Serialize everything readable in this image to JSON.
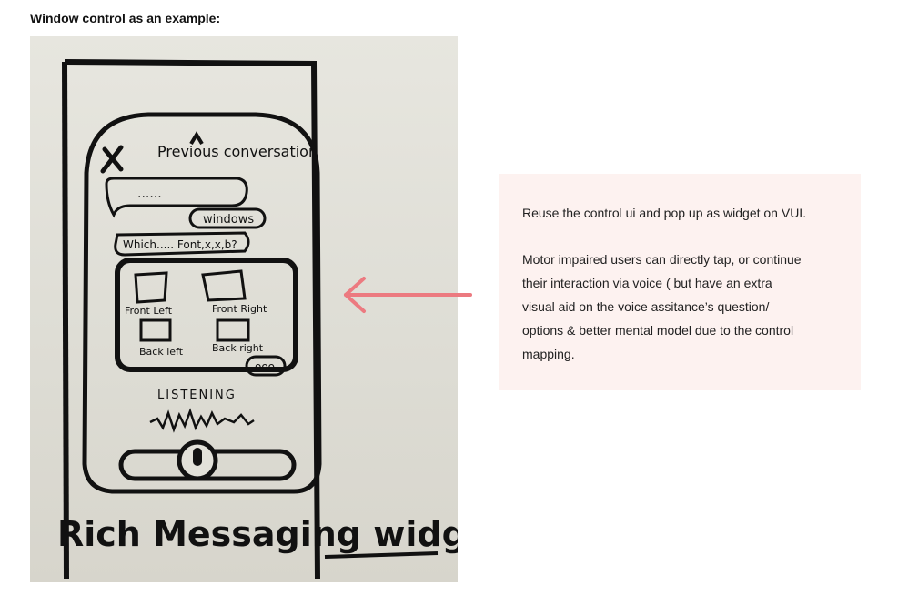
{
  "heading": "Window control as an example:",
  "sketch": {
    "top_label": "Previous conversation",
    "bubble_dots": "......",
    "windows_chip": "windows",
    "question": "Which..... Font,x,x,b?",
    "cells": [
      "Front Left",
      "Front Right",
      "Back left",
      "Back right"
    ],
    "typing_dots": "ooo",
    "listening": "LISTENING",
    "caption": "Rich Messaging widget"
  },
  "note": {
    "paragraph_1": "Reuse the control ui and pop up as widget on VUI.",
    "paragraph_2_lines": [
      "Motor impaired users can directly tap, or continue",
      "their  interaction via voice ( but have an extra",
      "visual aid on the voice assitance’s question/",
      "options & better mental model due to the control",
      "mapping."
    ]
  },
  "colors": {
    "arrow": "#ec7a80",
    "note_bg": "#fdf2f0"
  }
}
